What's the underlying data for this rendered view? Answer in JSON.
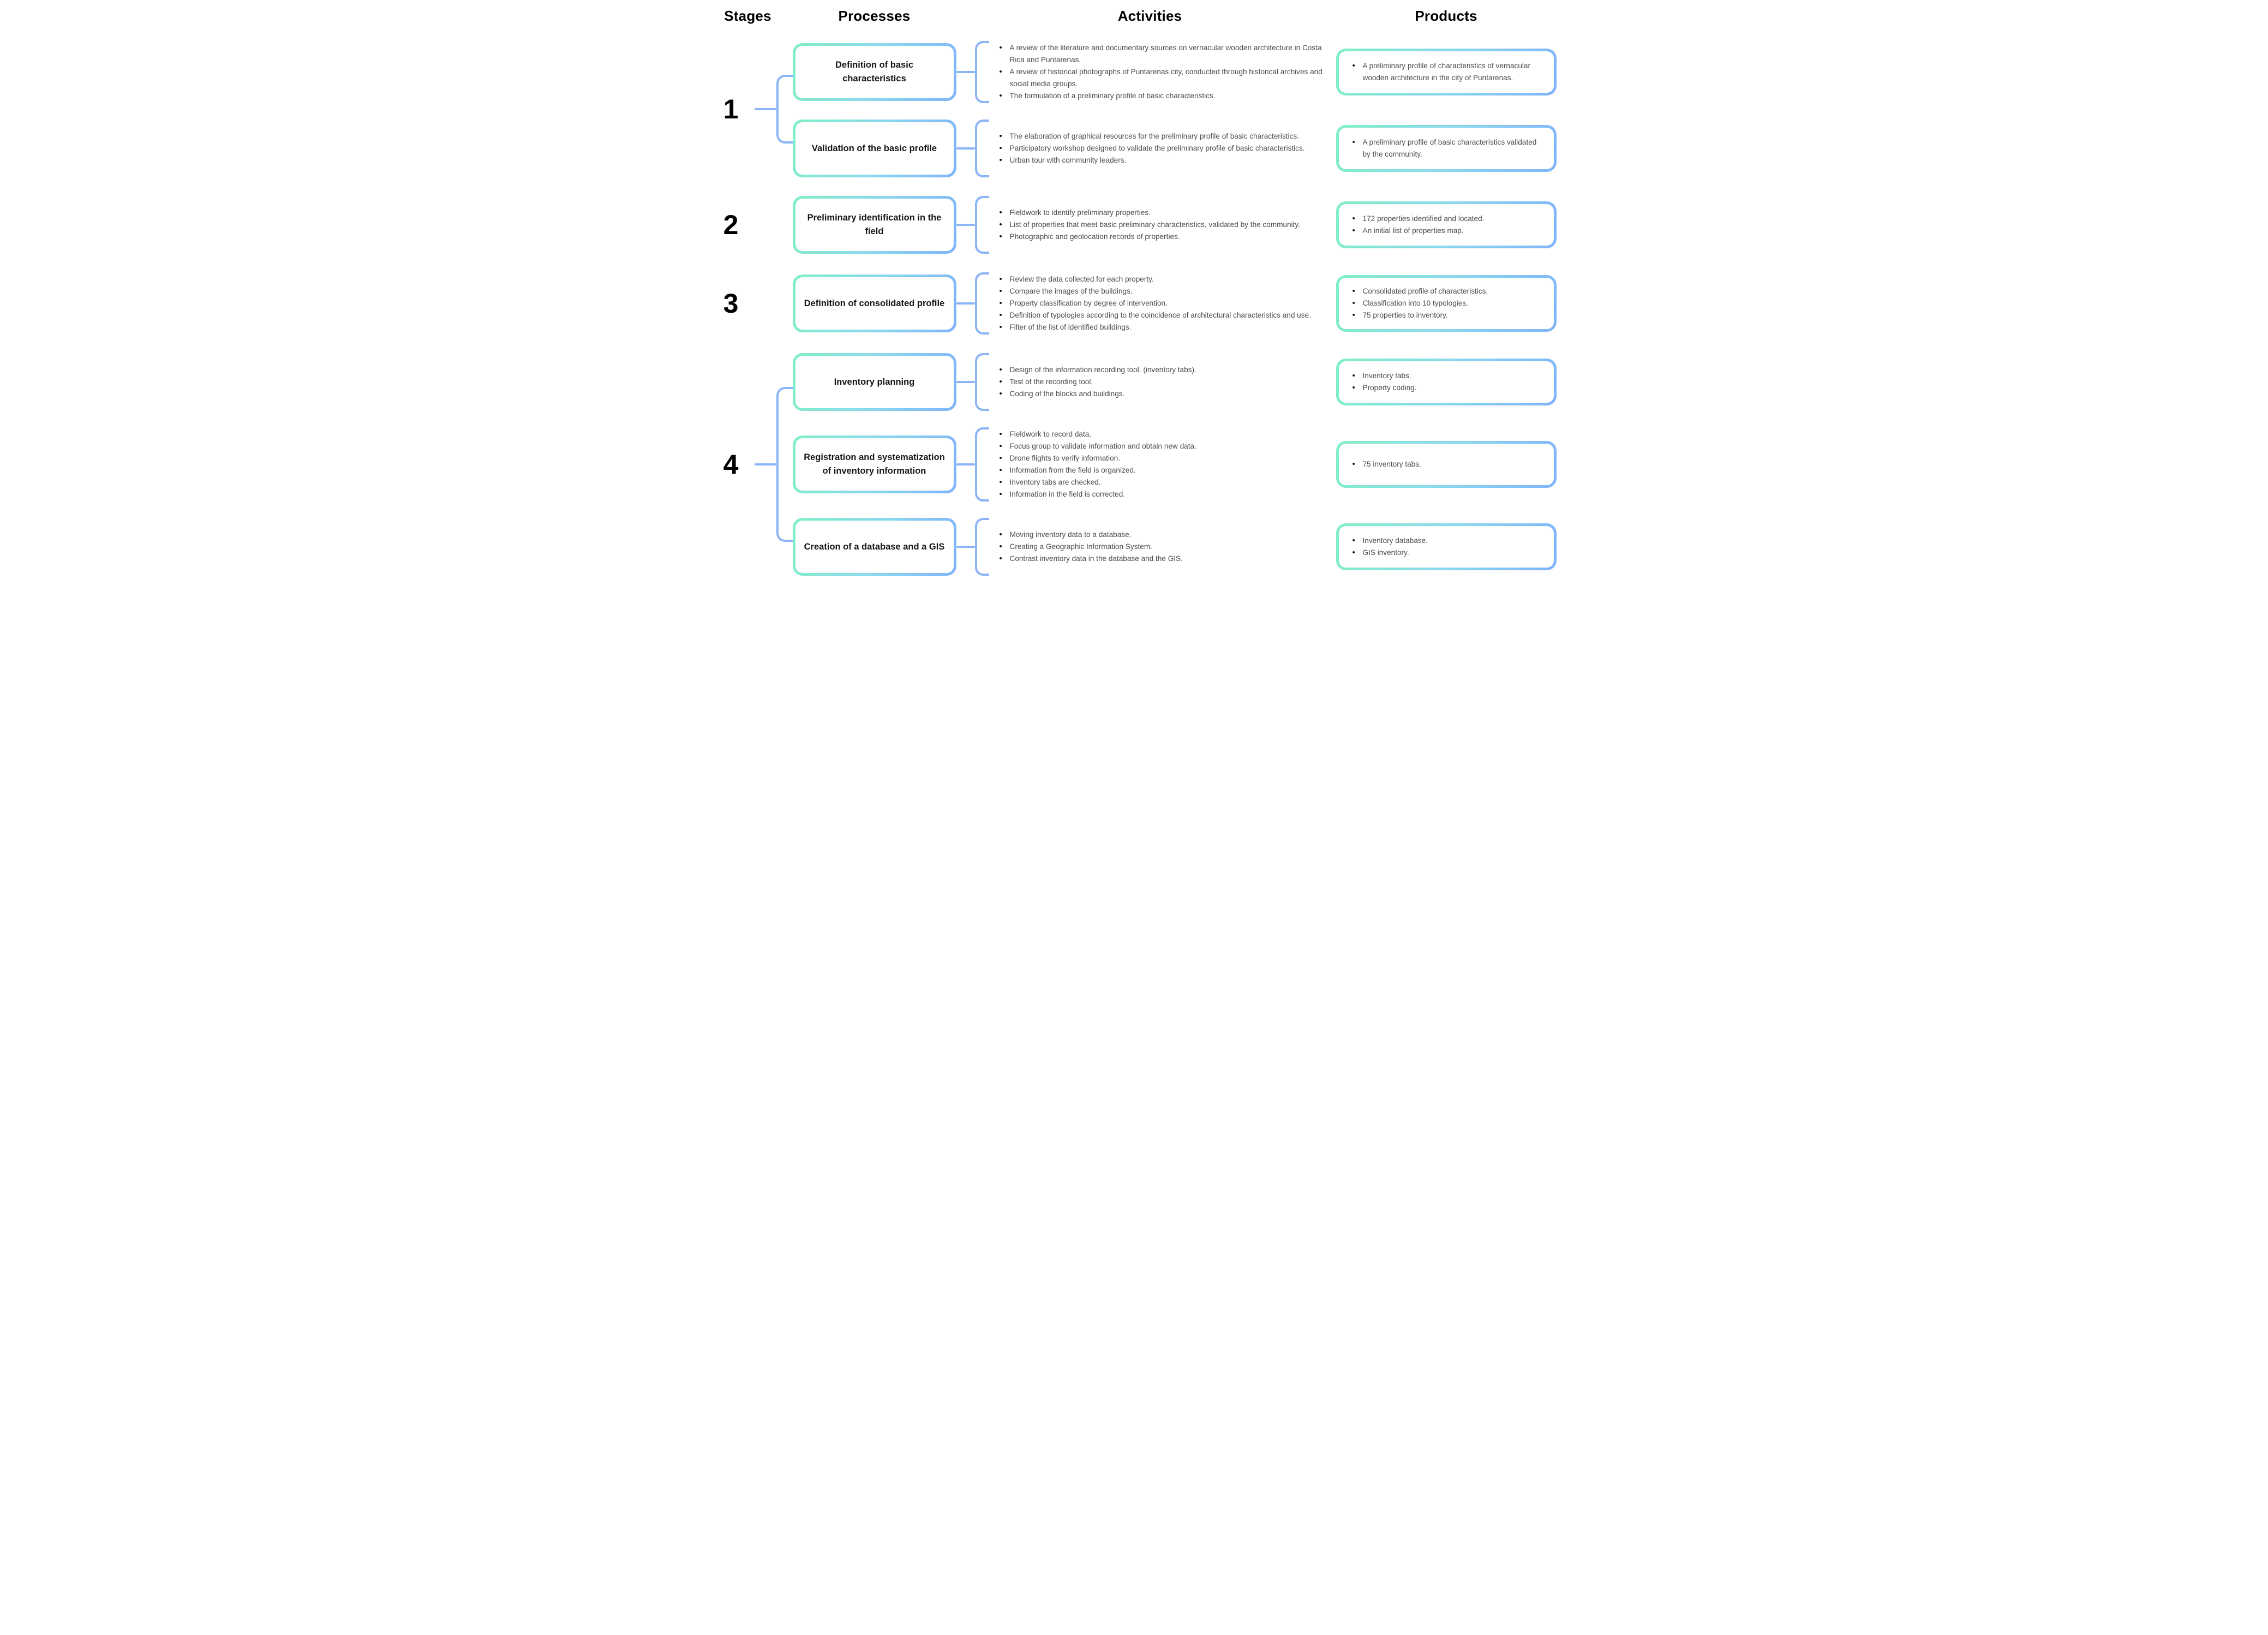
{
  "columns": {
    "stages": "Stages",
    "processes": "Processes",
    "activities": "Activities",
    "products": "Products"
  },
  "colors": {
    "gradient_start": "#80EFC5",
    "gradient_mid": "#8BD9EE",
    "gradient_end": "#7FB4FA",
    "connector_blue": "#8CB5F8",
    "heading_text": "#000000",
    "body_text": "#4B4B4B"
  },
  "stages": [
    {
      "number": "1",
      "row_indexes": [
        0,
        1
      ]
    },
    {
      "number": "2",
      "row_indexes": [
        2
      ]
    },
    {
      "number": "3",
      "row_indexes": [
        3
      ]
    },
    {
      "number": "4",
      "row_indexes": [
        4,
        5,
        6
      ]
    }
  ],
  "rows": [
    {
      "process": "Definition of basic characteristics",
      "activities": [
        "A review of the literature and documentary sources on vernacular wooden architecture in Costa Rica and Puntarenas.",
        "A review of historical photographs of Puntarenas city, conducted through historical archives and social media groups.",
        "The formulation of a preliminary profile of basic characteristics."
      ],
      "products": [
        "A preliminary profile of characteristics of vernacular wooden architecture in the city of Puntarenas."
      ]
    },
    {
      "process": "Validation of the basic profile",
      "activities": [
        "The elaboration of graphical resources for the preliminary profile of basic characteristics.",
        "Participatory workshop designed to validate the preliminary profile of basic characteristics.",
        "Urban tour with community leaders."
      ],
      "products": [
        "A preliminary profile of basic characteristics validated by the community."
      ]
    },
    {
      "process": "Preliminary identification in the field",
      "activities": [
        "Fieldwork to identify preliminary properties.",
        "List of properties that meet basic preliminary characteristics, validated by the community.",
        "Photographic and geolocation records of properties."
      ],
      "products": [
        "172 properties identified and located.",
        "An initial list of properties map."
      ]
    },
    {
      "process": "Definition of consolidated profile",
      "activities": [
        "Review the data collected for each property.",
        "Compare the images of the buildings.",
        "Property classification by degree of intervention.",
        "Definition of typologies according to the coincidence of architectural characteristics and use.",
        "Filter of the list of identified buildings."
      ],
      "products": [
        "Consolidated profile of characteristics.",
        "Classification into 10 typologies.",
        "75 properties to inventory."
      ]
    },
    {
      "process": "Inventory planning",
      "activities": [
        "Design of the information recording tool. (inventory tabs).",
        "Test of the recording tool.",
        "Coding of the blocks and buildings."
      ],
      "products": [
        "Inventory tabs.",
        "Property coding."
      ]
    },
    {
      "process": "Registration and systematization of inventory information",
      "activities": [
        "Fieldwork to record data.",
        "Focus group to validate information and obtain new data.",
        "Drone flights to verify information.",
        "Information from the field is organized.",
        "Inventory tabs are checked.",
        "Information in the field is corrected."
      ],
      "products": [
        "75 inventory tabs."
      ]
    },
    {
      "process": "Creation of a database and a GIS",
      "activities": [
        "Moving inventory data to a database.",
        "Creating a Geographic Information System.",
        "Contrast inventory data in the database and the GIS."
      ],
      "products": [
        "Inventory database.",
        "GIS inventory."
      ]
    }
  ]
}
